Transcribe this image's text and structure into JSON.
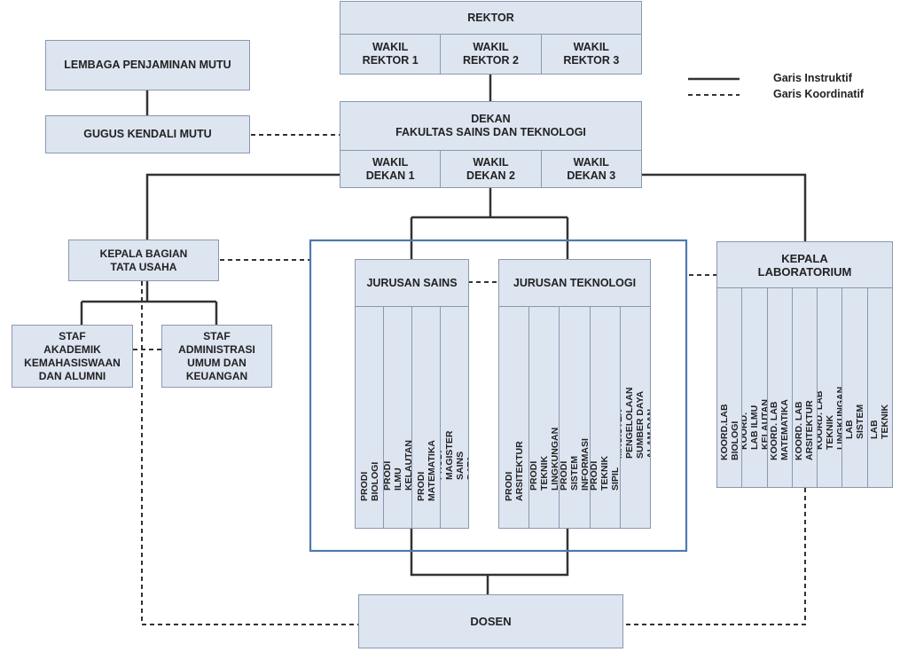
{
  "rektor": {
    "title": "REKTOR",
    "wakil": [
      "WAKIL\nREKTOR 1",
      "WAKIL\nREKTOR 2",
      "WAKIL\nREKTOR 3"
    ]
  },
  "lembaga": "LEMBAGA PENJAMINAN MUTU",
  "gugus": "GUGUS KENDALI MUTU",
  "dekan": {
    "title": "DEKAN\nFAKULTAS SAINS DAN TEKNOLOGI",
    "wakil": [
      "WAKIL\nDEKAN 1",
      "WAKIL\nDEKAN 2",
      "WAKIL\nDEKAN 3"
    ]
  },
  "kepala_tu": "KEPALA BAGIAN\nTATA USAHA",
  "staf_akademik": "STAF\nAKADEMIK\nKEMAHASISWAAN\nDAN ALUMNI",
  "staf_admin": "STAF\nADMINISTRASI\nUMUM DAN\nKEUANGAN",
  "jurusan_sains": {
    "title": "JURUSAN SAINS",
    "prodi": [
      "PRODI BIOLOGI",
      "PRODI ILMU KELAUTAN",
      "PRODI MATEMATIKA",
      "PRODI MAGISTER SAINS DATA"
    ]
  },
  "jurusan_teknologi": {
    "title": "JURUSAN TEKNOLOGI",
    "prodi": [
      "PRODI ARSITEKTUR",
      "PRODI TEKNIK LINGKUNGAN",
      "PRODI SISTEM INFORMASI",
      "PRODI TEKNIK SIPIL",
      "PRODI MAGISTER PENGELOLAAN\nSUMBER DAYA ALAM DAN LINGKUNGAN"
    ]
  },
  "kepala_lab": {
    "title": "KEPALA\nLABORATORIUM",
    "koord": [
      "KOORD.LAB BIOLOGI",
      "KOORD. LAB ILMU KELAUTAN",
      "KOORD. LAB MATEMATIKA",
      "KOORD. LAB ARSITEKTUR",
      "KOORD. LAB TEKNIK LINGKUNGAN",
      "KOORD. LAB SISTEM INFORMASI",
      "KOORD. LAB TEKNIK SIPIL"
    ]
  },
  "dosen": "DOSEN",
  "legend": {
    "instruktif": "Garis Instruktif",
    "koordinatif": "Garis Koordinatif"
  }
}
